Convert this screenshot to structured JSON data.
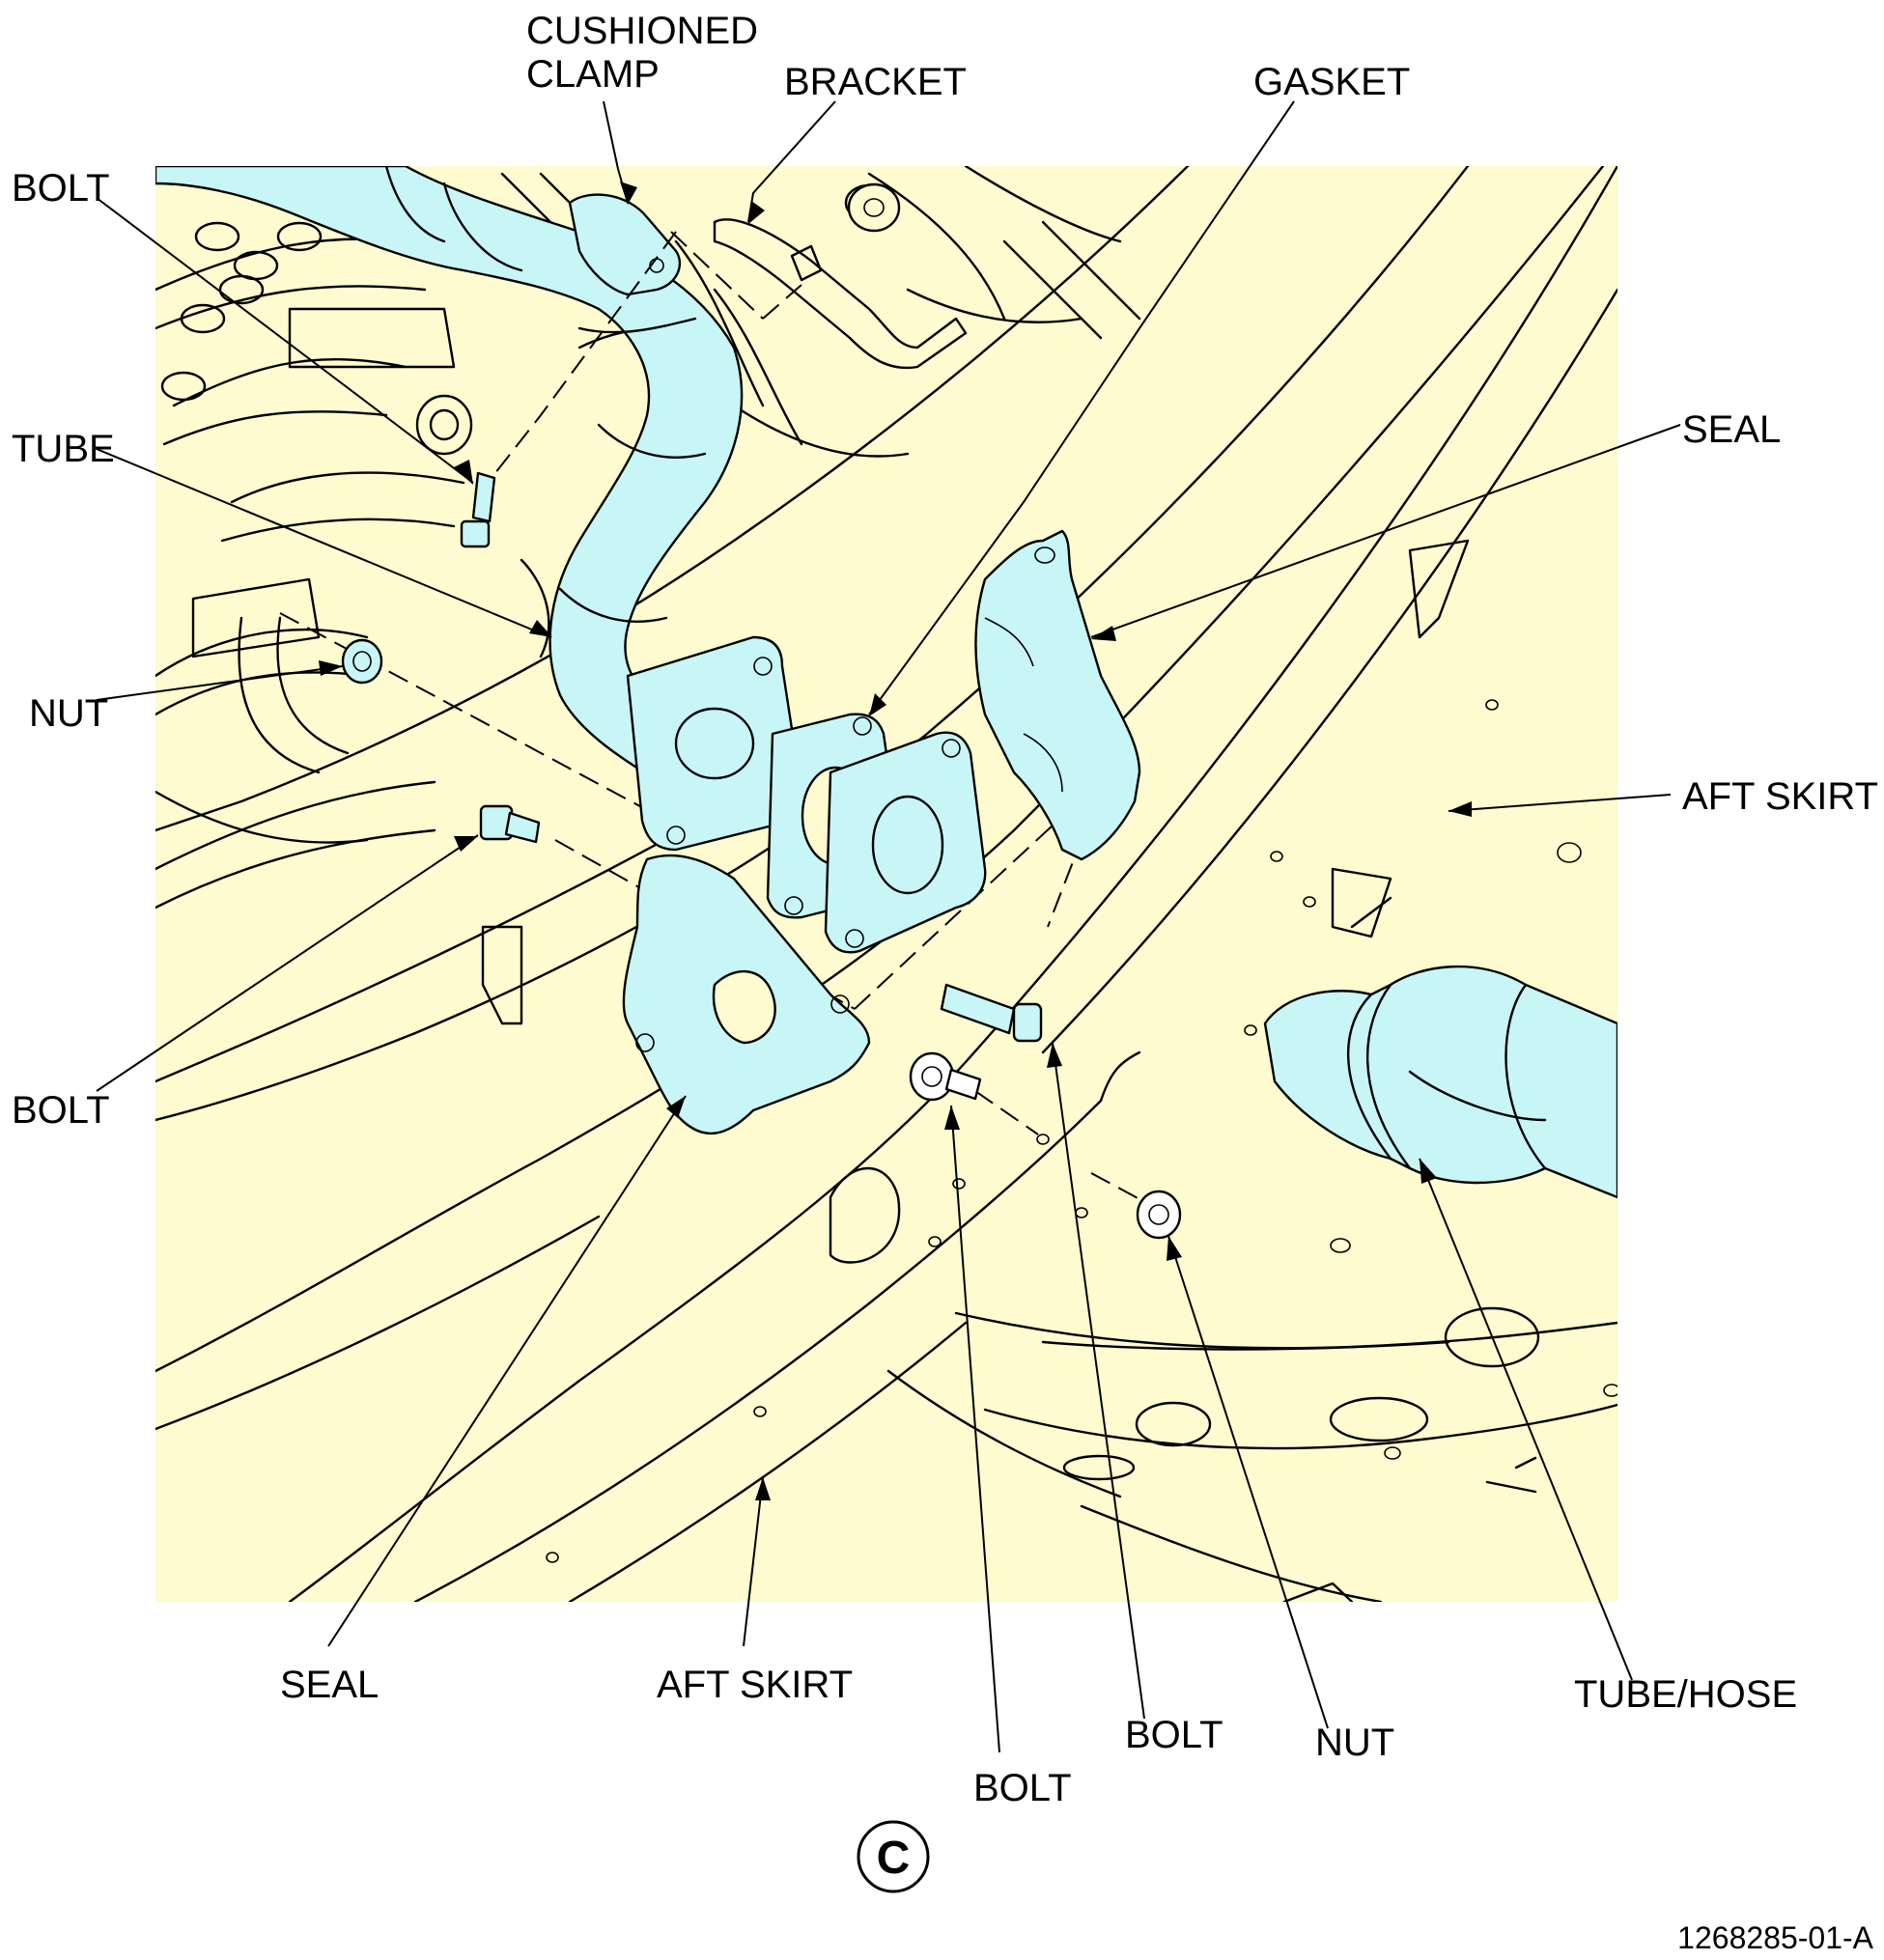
{
  "colors": {
    "background_panel": "#fdfbcf",
    "tube_fill": "#c8f5f5",
    "line": "#000000",
    "page": "#ffffff"
  },
  "labels": {
    "cushioned_clamp_line1": "CUSHIONED",
    "cushioned_clamp_line2": "CLAMP",
    "bracket": "BRACKET",
    "gasket": "GASKET",
    "bolt_top_left": "BOLT",
    "tube": "TUBE",
    "seal_right": "SEAL",
    "nut_left": "NUT",
    "aft_skirt_right": "AFT SKIRT",
    "bolt_left": "BOLT",
    "seal_bottom": "SEAL",
    "aft_skirt_bottom": "AFT SKIRT",
    "bolt_bottom_center": "BOLT",
    "bolt_bottom_right": "BOLT",
    "nut_bottom": "NUT",
    "tube_hose": "TUBE/HOSE"
  },
  "view_letter": "C",
  "figure_id": "1268285-01-A"
}
